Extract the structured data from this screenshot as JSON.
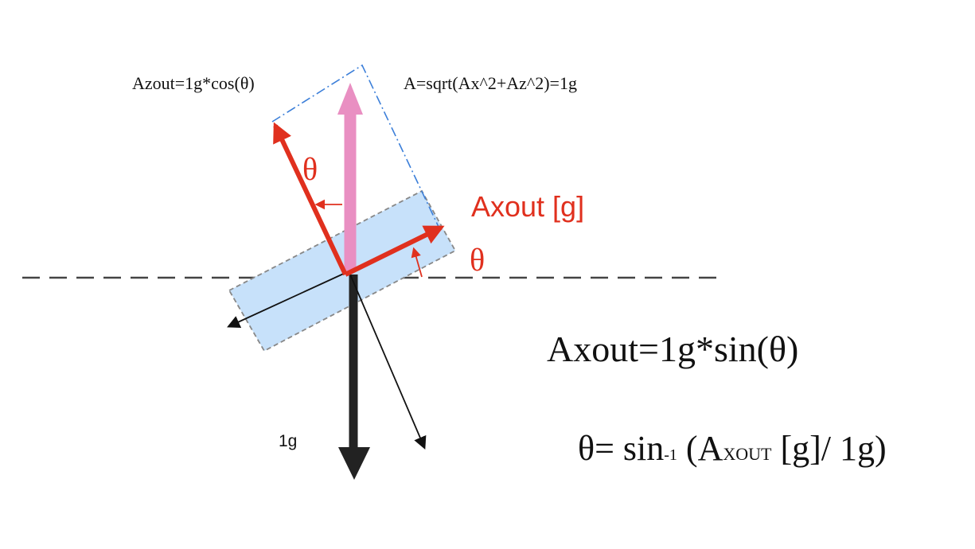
{
  "labels": {
    "azout_formula": "Azout=1g*cos(θ)",
    "a_formula": "A=sqrt(Ax^2+Az^2)=1g",
    "axout_label": "Axout [g]",
    "theta_upper": "θ",
    "theta_lower": "θ",
    "gravity_label": "1g",
    "axout_equation": "Axout=1g*sin(θ)",
    "theta_equation_prefix": "θ= sin",
    "theta_equation_superscript": "-1",
    "theta_equation_open": " (A",
    "theta_equation_subscript": "XOUT",
    "theta_equation_suffix": " [g]/ 1g)"
  },
  "colors": {
    "red_arrow": "#e0301e",
    "pink_arrow": "#e98fc2",
    "gravity_arrow": "#222222",
    "sensor_fill": "#c7e1fa",
    "sensor_border": "#888888",
    "blue_dashdot": "#3c7fd9",
    "horizon": "#444444",
    "text": "#111111"
  }
}
